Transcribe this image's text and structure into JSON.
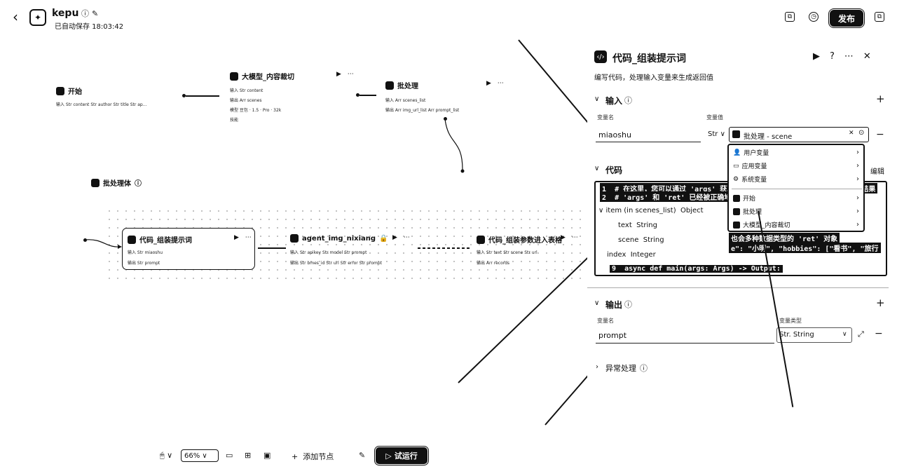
{
  "header": {
    "back": "‹",
    "app_logo": "logo-icon",
    "app_name": "kepu",
    "save_status": "已自动保存 18:03:42",
    "publish_label": "发布"
  },
  "canvas": {
    "nodes": {
      "start": {
        "title": "开始",
        "row1": "输入  Str content   Str author   Str title   Str ap..."
      },
      "llm": {
        "title": "大模型_内容裁切",
        "row1": "输入   Str content",
        "row2": "输出   Arr scenes",
        "row3": "模型   豆包 · 1.5 · Pro · 32k",
        "row4": "技能"
      },
      "batch": {
        "title": "批处理",
        "row1": "输入   Arr scenes_list",
        "row2": "输出   Arr img_url_list   Arr prompt_list"
      },
      "batch_body": {
        "title": "批处理体"
      },
      "code_prompt": {
        "title": "代码_组装提示词",
        "row1": "输入   Str miaoshu",
        "row2": "输出   Str prompt"
      },
      "agent_img": {
        "title": "agent_img_nixiang",
        "row1": "输入   Str apikey   Str model   Str prompt",
        "row2": "输出   Str bmes_id   Str url   Str error   Str prompt"
      },
      "code_table": {
        "title": "代码_组装参数进入表格",
        "row1": "输入   Str text   Str scene   Str url",
        "row2": "输出   Arr records"
      }
    }
  },
  "panel": {
    "title": "代码_组装提示词",
    "description": "编写代码，处理输入变量来生成返回值",
    "input_section": "输入",
    "col_var_name": "变量名",
    "col_var_value": "变量值",
    "input_var_name": "miaoshu",
    "input_type": "Str",
    "input_ref_value": "批处理 - scene",
    "code_section": "代码",
    "edit_in_ide": "编辑",
    "code_lines": [
      {
        "no": "1",
        "text": "# 在这里，您可以通过 'args' 获取节点中的输入变量，并通过 'ret' 输出结果"
      },
      {
        "no": "2",
        "text": "# 'args' 和 'ret' 已经被正确地注入到环境中"
      },
      {
        "no": "",
        "text": "也会多种数据类型的 'ret' 对象"
      },
      {
        "no": "",
        "text": "e\": \"小明\", \"hobbies\": [\"看书\", \"旅行"
      },
      {
        "no": "9",
        "text": "async def main(args: Args) -> Output:"
      }
    ],
    "tree": {
      "item": "item (in scenes_list)",
      "item_type": "Object",
      "text": "text",
      "text_type": "String",
      "scene": "scene",
      "scene_type": "String",
      "index": "index",
      "index_type": "Integer"
    },
    "menu": [
      {
        "label": "用户变量",
        "icon": "user-icon"
      },
      {
        "label": "应用变量",
        "icon": "folder-icon"
      },
      {
        "label": "系统变量",
        "icon": "gear-icon"
      },
      {
        "label": "开始",
        "icon": "start-icon"
      },
      {
        "label": "批处理",
        "icon": "batch-icon"
      },
      {
        "label": "大模型_内容裁切",
        "icon": "llm-icon"
      }
    ],
    "output_section": "输出",
    "out_col_name": "变量名",
    "out_col_type": "变量类型",
    "output_var_name": "prompt",
    "output_type": "Str. String",
    "exception_section": "异常处理"
  },
  "toolbar": {
    "zoom": "66%",
    "add_node": "添加节点",
    "run_label": "试运行"
  }
}
